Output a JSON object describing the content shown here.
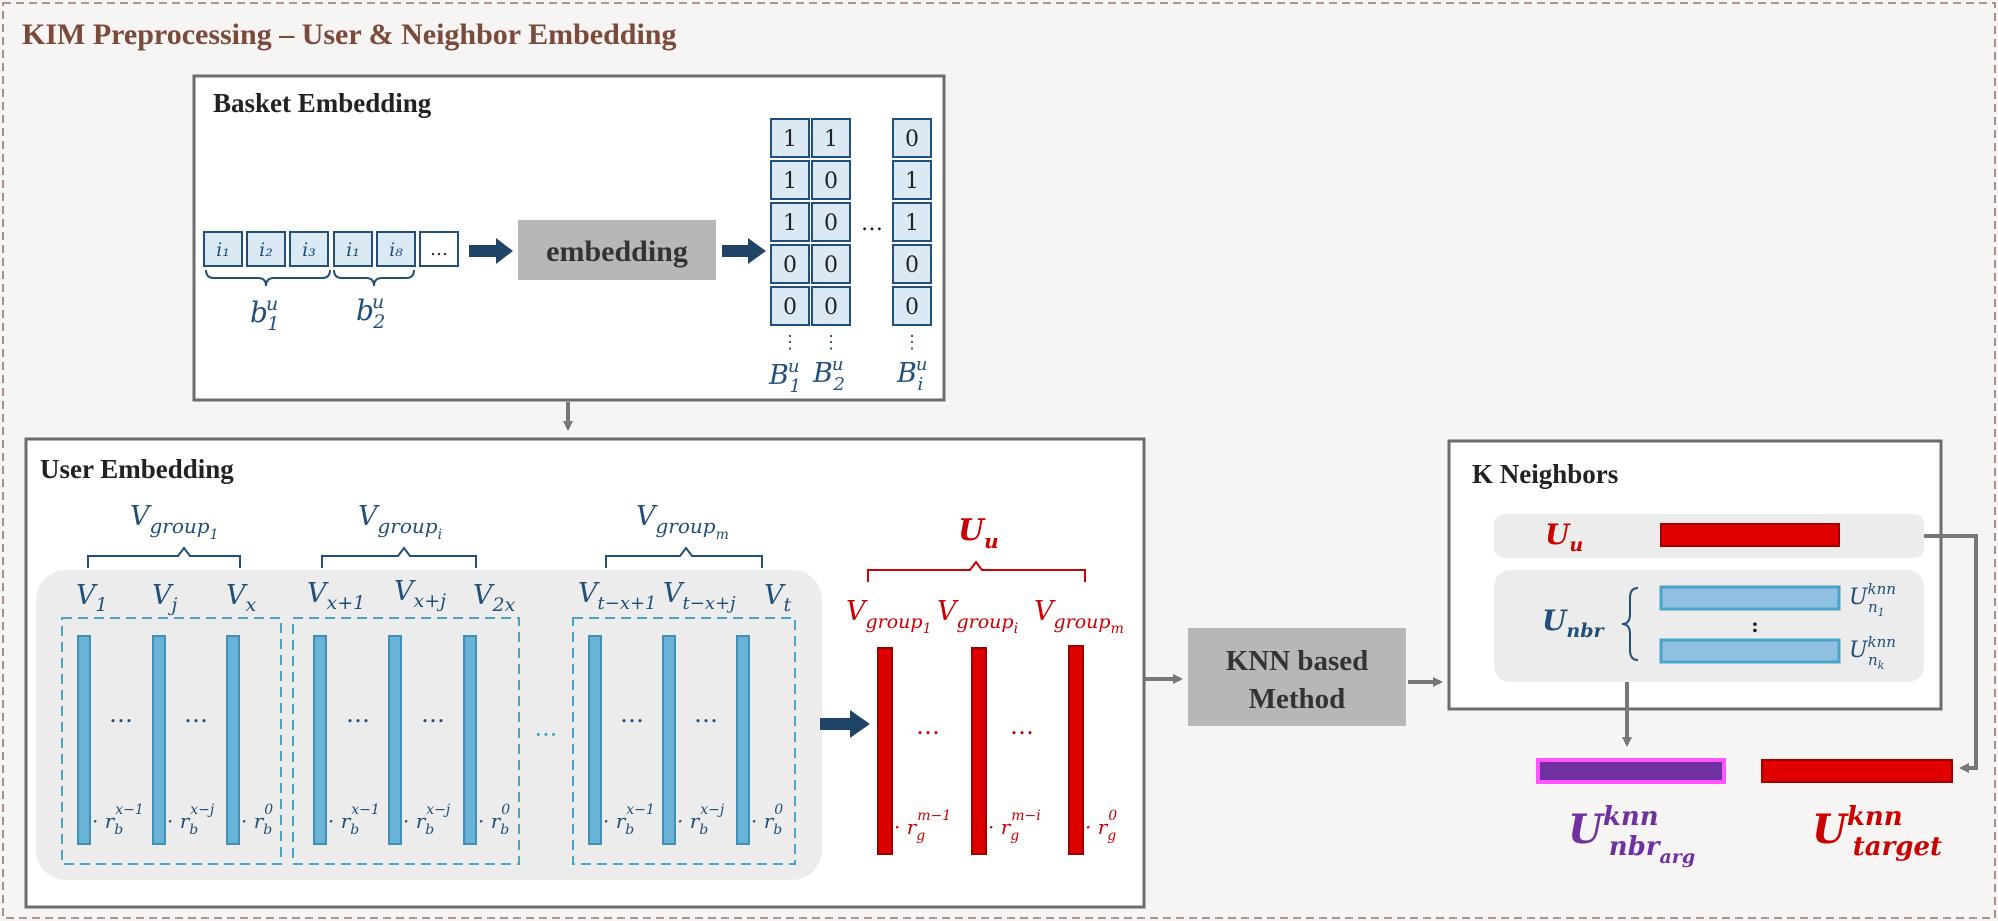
{
  "colors": {
    "title_brown": "#7a4a3a",
    "frame_dashed": "#9a7468",
    "box_border": "#6c6c6c",
    "navy": "#1f4f7a",
    "navy_arrow": "#1f4466",
    "red": "#cc0000",
    "light_blue_fill": "#dbe9f4",
    "cyan_bar": "#69b4d6",
    "cyan_bar_inner": "#3f8fb6",
    "purple": "#7030a0",
    "magenta": "#ff55ff",
    "gray_box": "#b7b7b7",
    "panel_gray": "#ececec"
  },
  "title": "KIM Preprocessing – User & Neighbor Embedding",
  "basket": {
    "title": "Basket Embedding",
    "items": [
      "i₁",
      "i₂",
      "i₃",
      "i₁",
      "i₈",
      "…"
    ],
    "basket1_label": "b",
    "basket1_sup": "u",
    "basket1_sub": "1",
    "basket2_label": "b",
    "basket2_sup": "u",
    "basket2_sub": "2",
    "embedding_label": "embedding",
    "col1": [
      "1",
      "1",
      "1",
      "0",
      "0"
    ],
    "col2": [
      "1",
      "0",
      "0",
      "0",
      "0"
    ],
    "col3": [
      "0",
      "1",
      "1",
      "0",
      "0"
    ],
    "col_ellipsis": "⋮",
    "between_ellipsis": "…",
    "vec1_label": "B",
    "vec1_sup": "u",
    "vec1_sub": "1",
    "vec2_label": "B",
    "vec2_sup": "u",
    "vec2_sub": "2",
    "vec3_label": "B",
    "vec3_sup": "u",
    "vec3_sub": "i"
  },
  "user": {
    "title": "User Embedding",
    "group1_label": "V",
    "group1_sub": "group",
    "group1_subsub": "1",
    "groupi_label": "V",
    "groupi_sub": "group",
    "groupi_subsub": "i",
    "groupm_label": "V",
    "groupm_sub": "group",
    "groupm_subsub": "m",
    "v_labels": [
      {
        "base": "V",
        "sub": "1"
      },
      {
        "base": "V",
        "sub": "j"
      },
      {
        "base": "V",
        "sub": "x"
      },
      {
        "base": "V",
        "sub": "x+1"
      },
      {
        "base": "V",
        "sub": "x+j"
      },
      {
        "base": "V",
        "sub": "2x"
      },
      {
        "base": "V",
        "sub": "t−x+1"
      },
      {
        "base": "V",
        "sub": "t−x+j"
      },
      {
        "base": "V",
        "sub": "t"
      }
    ],
    "ellipsis": "…",
    "between_groups": "···",
    "weights": [
      {
        "pre": "· r",
        "sub": "b",
        "sup": "x−1"
      },
      {
        "pre": "· r",
        "sub": "b",
        "sup": "x−j"
      },
      {
        "pre": "· r",
        "sub": "b",
        "sup": "0"
      }
    ],
    "uu_label": "U",
    "uu_sub": "u",
    "red_groups": [
      {
        "base": "V",
        "sub": "group",
        "subsub": "1"
      },
      {
        "base": "V",
        "sub": "group",
        "subsub": "i"
      },
      {
        "base": "V",
        "sub": "group",
        "subsub": "m"
      }
    ],
    "red_weights": [
      {
        "pre": "· r",
        "sub": "g",
        "sup": "m−1"
      },
      {
        "pre": "· r",
        "sub": "g",
        "sup": "m−i"
      },
      {
        "pre": "· r",
        "sub": "g",
        "sup": "0"
      }
    ]
  },
  "knn": {
    "method_line1": "KNN based",
    "method_line2": "Method"
  },
  "neighbors": {
    "title": "K Neighbors",
    "uu_label": "U",
    "uu_sub": "u",
    "unbr_label": "U",
    "unbr_sub": "nbr",
    "n1_label": "U",
    "n1_sup": "knn",
    "n1_sub": "n",
    "n1_subsub": "1",
    "nk_label": "U",
    "nk_sup": "knn",
    "nk_sub": "n",
    "nk_subsub": "k",
    "vdots": ":"
  },
  "outputs": {
    "nbr_label": "U",
    "nbr_sup": "knn",
    "nbr_sub": "nbr",
    "nbr_subsub": "arg",
    "target_label": "U",
    "target_sup": "knn",
    "target_sub": "target"
  }
}
